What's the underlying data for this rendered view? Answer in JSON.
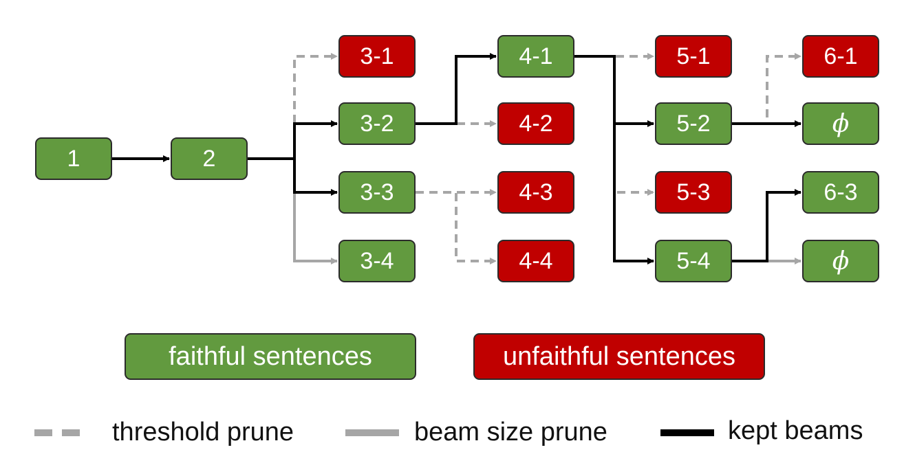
{
  "colors": {
    "faithful": "#629a3f",
    "unfaithful": "#c00000",
    "threshold_prune": "#a6a6a6",
    "beam_size_prune": "#a6a6a6",
    "kept_beams": "#000000"
  },
  "nodes": [
    {
      "id": "n1",
      "label": "1",
      "type": "faithful"
    },
    {
      "id": "n2",
      "label": "2",
      "type": "faithful"
    },
    {
      "id": "n3_1",
      "label": "3-1",
      "type": "unfaithful"
    },
    {
      "id": "n3_2",
      "label": "3-2",
      "type": "faithful"
    },
    {
      "id": "n3_3",
      "label": "3-3",
      "type": "faithful"
    },
    {
      "id": "n3_4",
      "label": "3-4",
      "type": "faithful"
    },
    {
      "id": "n4_1",
      "label": "4-1",
      "type": "faithful"
    },
    {
      "id": "n4_2",
      "label": "4-2",
      "type": "unfaithful"
    },
    {
      "id": "n4_3",
      "label": "4-3",
      "type": "unfaithful"
    },
    {
      "id": "n4_4",
      "label": "4-4",
      "type": "unfaithful"
    },
    {
      "id": "n5_1",
      "label": "5-1",
      "type": "unfaithful"
    },
    {
      "id": "n5_2",
      "label": "5-2",
      "type": "faithful"
    },
    {
      "id": "n5_3",
      "label": "5-3",
      "type": "unfaithful"
    },
    {
      "id": "n5_4",
      "label": "5-4",
      "type": "faithful"
    },
    {
      "id": "n6_1",
      "label": "6-1",
      "type": "unfaithful"
    },
    {
      "id": "n6_2",
      "label": "ϕ",
      "type": "faithful"
    },
    {
      "id": "n6_3",
      "label": "6-3",
      "type": "faithful"
    },
    {
      "id": "n6_4",
      "label": "ϕ",
      "type": "faithful"
    }
  ],
  "edges": [
    {
      "from": "n1",
      "to": "n2",
      "style": "kept_beams"
    },
    {
      "from": "n2",
      "to": "n3_1",
      "style": "threshold_prune"
    },
    {
      "from": "n2",
      "to": "n3_2",
      "style": "kept_beams"
    },
    {
      "from": "n2",
      "to": "n3_3",
      "style": "kept_beams"
    },
    {
      "from": "n2",
      "to": "n3_4",
      "style": "beam_size_prune"
    },
    {
      "from": "n3_2",
      "to": "n4_1",
      "style": "kept_beams"
    },
    {
      "from": "n3_2",
      "to": "n4_2",
      "style": "threshold_prune"
    },
    {
      "from": "n3_3",
      "to": "n4_3",
      "style": "threshold_prune"
    },
    {
      "from": "n3_3",
      "to": "n4_4",
      "style": "threshold_prune"
    },
    {
      "from": "n4_1",
      "to": "n5_1",
      "style": "threshold_prune"
    },
    {
      "from": "n4_1",
      "to": "n5_2",
      "style": "kept_beams"
    },
    {
      "from": "n4_1",
      "to": "n5_3",
      "style": "threshold_prune"
    },
    {
      "from": "n4_1",
      "to": "n5_4",
      "style": "kept_beams"
    },
    {
      "from": "n5_2",
      "to": "n6_1",
      "style": "threshold_prune"
    },
    {
      "from": "n5_2",
      "to": "n6_2",
      "style": "kept_beams"
    },
    {
      "from": "n5_4",
      "to": "n6_3",
      "style": "kept_beams"
    },
    {
      "from": "n5_4",
      "to": "n6_4",
      "style": "beam_size_prune"
    }
  ],
  "legend": {
    "faithful": "faithful sentences",
    "unfaithful": "unfaithful sentences",
    "threshold_prune": "threshold prune",
    "beam_size_prune": "beam size prune",
    "kept_beams": "kept beams"
  }
}
